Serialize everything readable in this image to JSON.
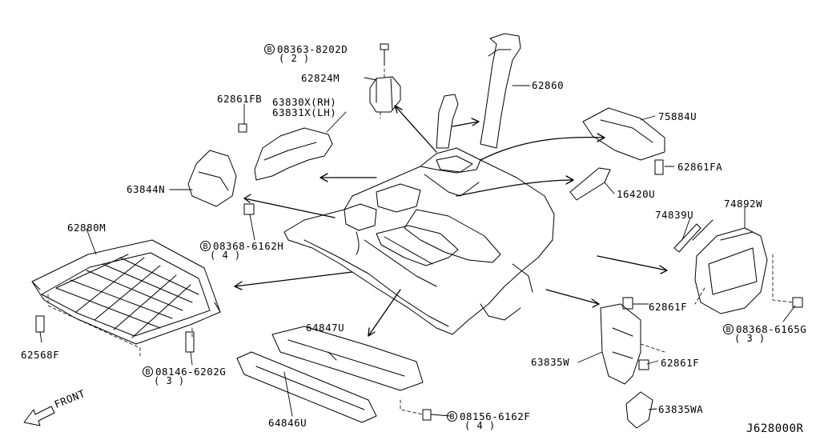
{
  "diagram_code": "J628000R",
  "front_label": "FRONT",
  "bolt_symbol": "B",
  "callouts": {
    "p08363": {
      "part": "08363-8202D",
      "qty": "( 2 )"
    },
    "p62824M": {
      "part": "62824M"
    },
    "p62860": {
      "part": "62860"
    },
    "p62861FB": {
      "part": "62861FB"
    },
    "p63830X": {
      "part": "63830X(RH)"
    },
    "p63831X": {
      "part": "63831X(LH)"
    },
    "p75884U": {
      "part": "75884U"
    },
    "p62861FA": {
      "part": "62861FA"
    },
    "p63844N": {
      "part": "63844N"
    },
    "p16420U": {
      "part": "16420U"
    },
    "p74839U": {
      "part": "74839U"
    },
    "p74892W": {
      "part": "74892W"
    },
    "p62880M": {
      "part": "62880M"
    },
    "p08368a": {
      "part": "08368-6162H",
      "qty": "( 4 )"
    },
    "p62861F_a": {
      "part": "62861F"
    },
    "p08368b": {
      "part": "08368-6165G",
      "qty": "( 3 )"
    },
    "p62568F": {
      "part": "62568F"
    },
    "p08146": {
      "part": "08146-6202G",
      "qty": "( 3 )"
    },
    "p64847U": {
      "part": "64847U"
    },
    "p63835W": {
      "part": "63835W"
    },
    "p62861F_b": {
      "part": "62861F"
    },
    "p64846U": {
      "part": "64846U"
    },
    "p08156": {
      "part": "08156-6162F",
      "qty": "( 4 )"
    },
    "p63835WA": {
      "part": "63835WA"
    }
  }
}
